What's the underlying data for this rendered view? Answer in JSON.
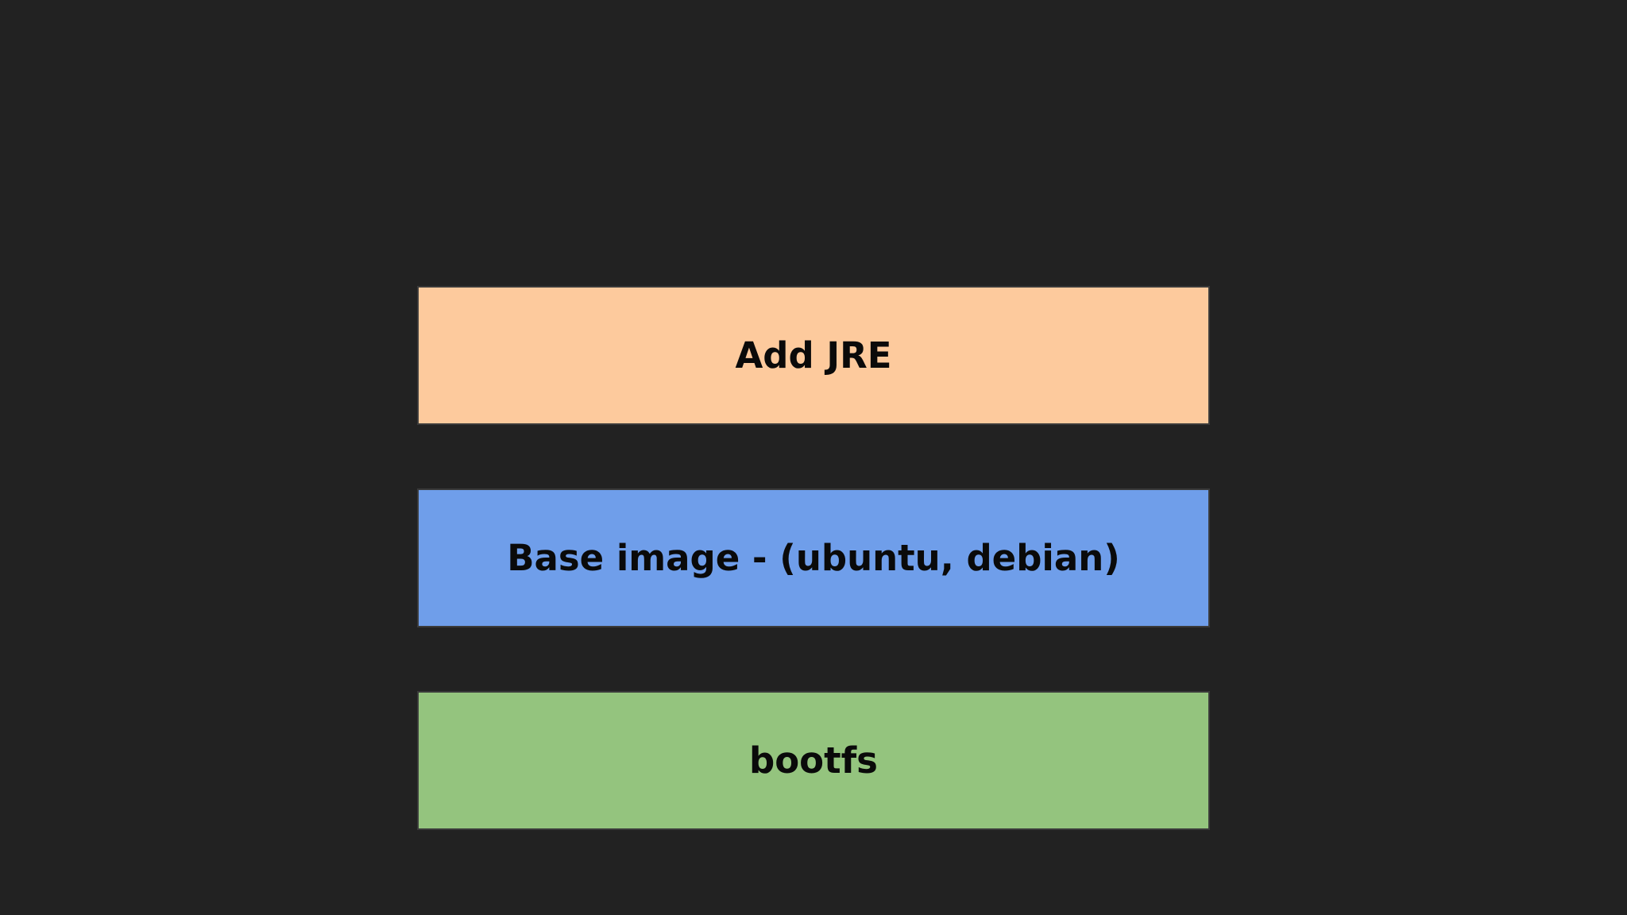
{
  "diagram": {
    "layers": [
      {
        "label": "Add JRE",
        "color": "#fdca9d"
      },
      {
        "label": "Base image - (ubuntu, debian)",
        "color": "#6f9eea"
      },
      {
        "label": "bootfs",
        "color": "#94c47e"
      }
    ]
  },
  "colors": {
    "background": "#222222"
  }
}
